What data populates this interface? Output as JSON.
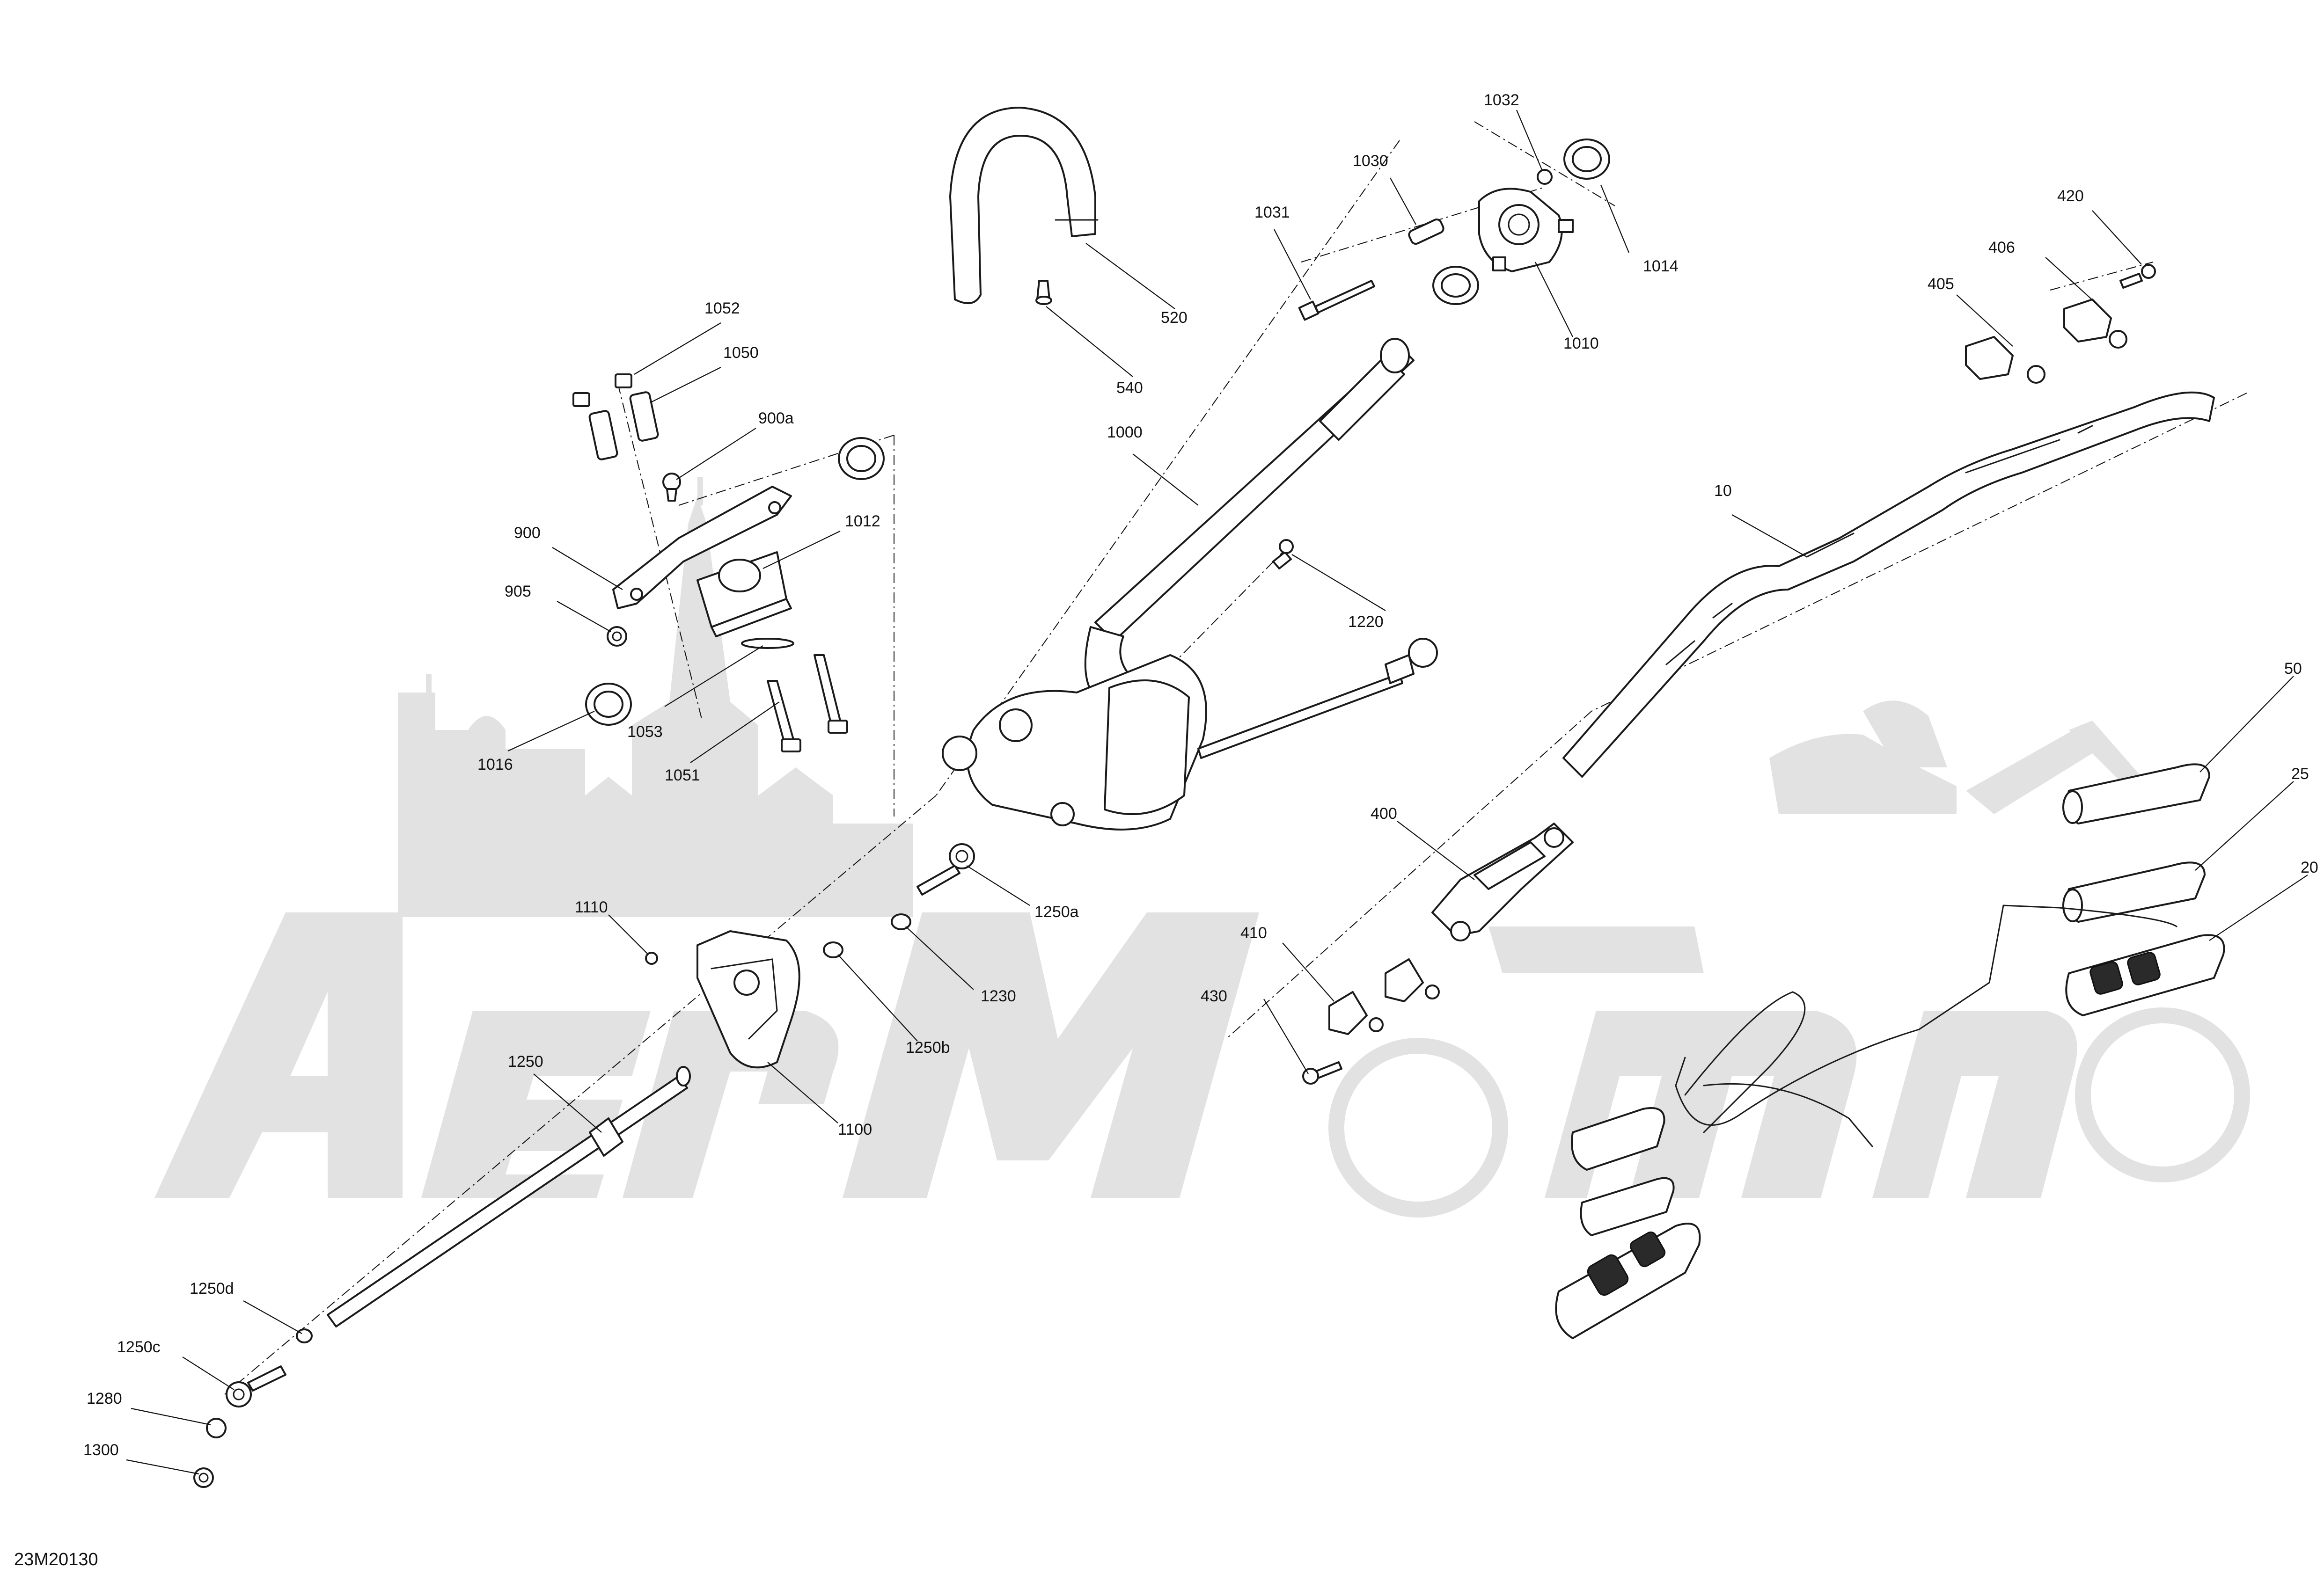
{
  "diagram": {
    "drawing_id": "23M20130",
    "watermark_text": "AerMoto",
    "callouts": [
      {
        "id": "c-1032",
        "label": "1032"
      },
      {
        "id": "c-1030",
        "label": "1030"
      },
      {
        "id": "c-1031",
        "label": "1031"
      },
      {
        "id": "c-1014",
        "label": "1014"
      },
      {
        "id": "c-1010",
        "label": "1010"
      },
      {
        "id": "c-520",
        "label": "520"
      },
      {
        "id": "c-540",
        "label": "540"
      },
      {
        "id": "c-420",
        "label": "420"
      },
      {
        "id": "c-406",
        "label": "406"
      },
      {
        "id": "c-405",
        "label": "405"
      },
      {
        "id": "c-1052",
        "label": "1052"
      },
      {
        "id": "c-1050",
        "label": "1050"
      },
      {
        "id": "c-900a",
        "label": "900a"
      },
      {
        "id": "c-1000",
        "label": "1000"
      },
      {
        "id": "c-1012",
        "label": "1012"
      },
      {
        "id": "c-900",
        "label": "900"
      },
      {
        "id": "c-905",
        "label": "905"
      },
      {
        "id": "c-10",
        "label": "10"
      },
      {
        "id": "c-1220",
        "label": "1220"
      },
      {
        "id": "c-1016",
        "label": "1016"
      },
      {
        "id": "c-1053",
        "label": "1053"
      },
      {
        "id": "c-1051",
        "label": "1051"
      },
      {
        "id": "c-50",
        "label": "50"
      },
      {
        "id": "c-25",
        "label": "25"
      },
      {
        "id": "c-20",
        "label": "20"
      },
      {
        "id": "c-400",
        "label": "400"
      },
      {
        "id": "c-1110",
        "label": "1110"
      },
      {
        "id": "c-1250a",
        "label": "1250a"
      },
      {
        "id": "c-1230",
        "label": "1230"
      },
      {
        "id": "c-410",
        "label": "410"
      },
      {
        "id": "c-430",
        "label": "430"
      },
      {
        "id": "c-1250",
        "label": "1250"
      },
      {
        "id": "c-1250b",
        "label": "1250b"
      },
      {
        "id": "c-1100",
        "label": "1100"
      },
      {
        "id": "c-1250d",
        "label": "1250d"
      },
      {
        "id": "c-1250c",
        "label": "1250c"
      },
      {
        "id": "c-1280",
        "label": "1280"
      },
      {
        "id": "c-1300",
        "label": "1300"
      }
    ]
  }
}
